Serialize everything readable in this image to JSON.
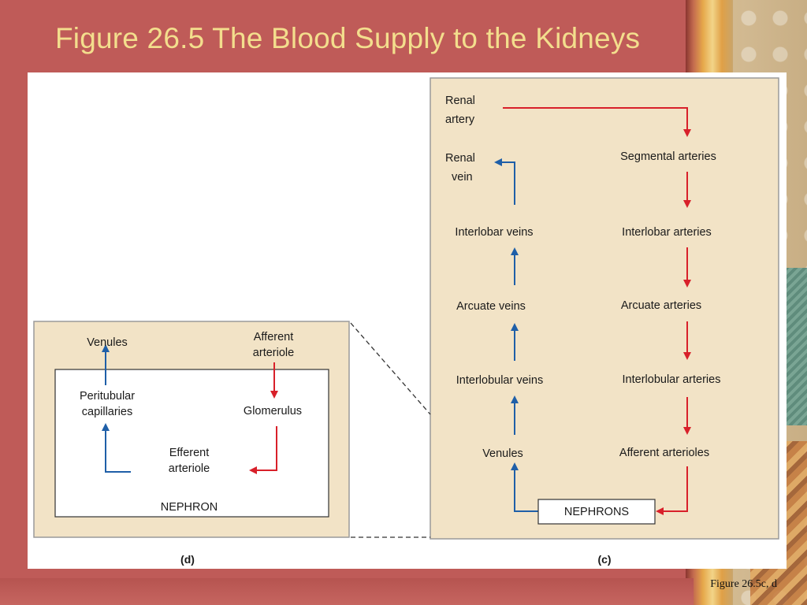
{
  "slide": {
    "title": "Figure 26.5  The Blood Supply to the Kidneys",
    "caption": "Figure 26.5c, d"
  },
  "panel_c": {
    "label": "(c)",
    "renal_artery": [
      "Renal",
      "artery"
    ],
    "renal_vein": [
      "Renal",
      "vein"
    ],
    "arteries": [
      "Segmental arteries",
      "Interlobar arteries",
      "Arcuate arteries",
      "Interlobular arteries",
      "Afferent arterioles"
    ],
    "veins": [
      "Interlobar veins",
      "Arcuate veins",
      "Interlobular veins",
      "Venules"
    ],
    "nephrons": "NEPHRONS"
  },
  "panel_d": {
    "label": "(d)",
    "venules": "Venules",
    "afferent_arteriole": [
      "Afferent",
      "arteriole"
    ],
    "peritubular_capillaries": [
      "Peritubular",
      "capillaries"
    ],
    "glomerulus": "Glomerulus",
    "efferent_arteriole": [
      "Efferent",
      "arteriole"
    ],
    "nephron": "NEPHRON"
  },
  "colors": {
    "arterial": "#d8202a",
    "venous": "#1f5fa8",
    "panel_fill": "#f2e3c6",
    "title": "#f3de8d"
  }
}
